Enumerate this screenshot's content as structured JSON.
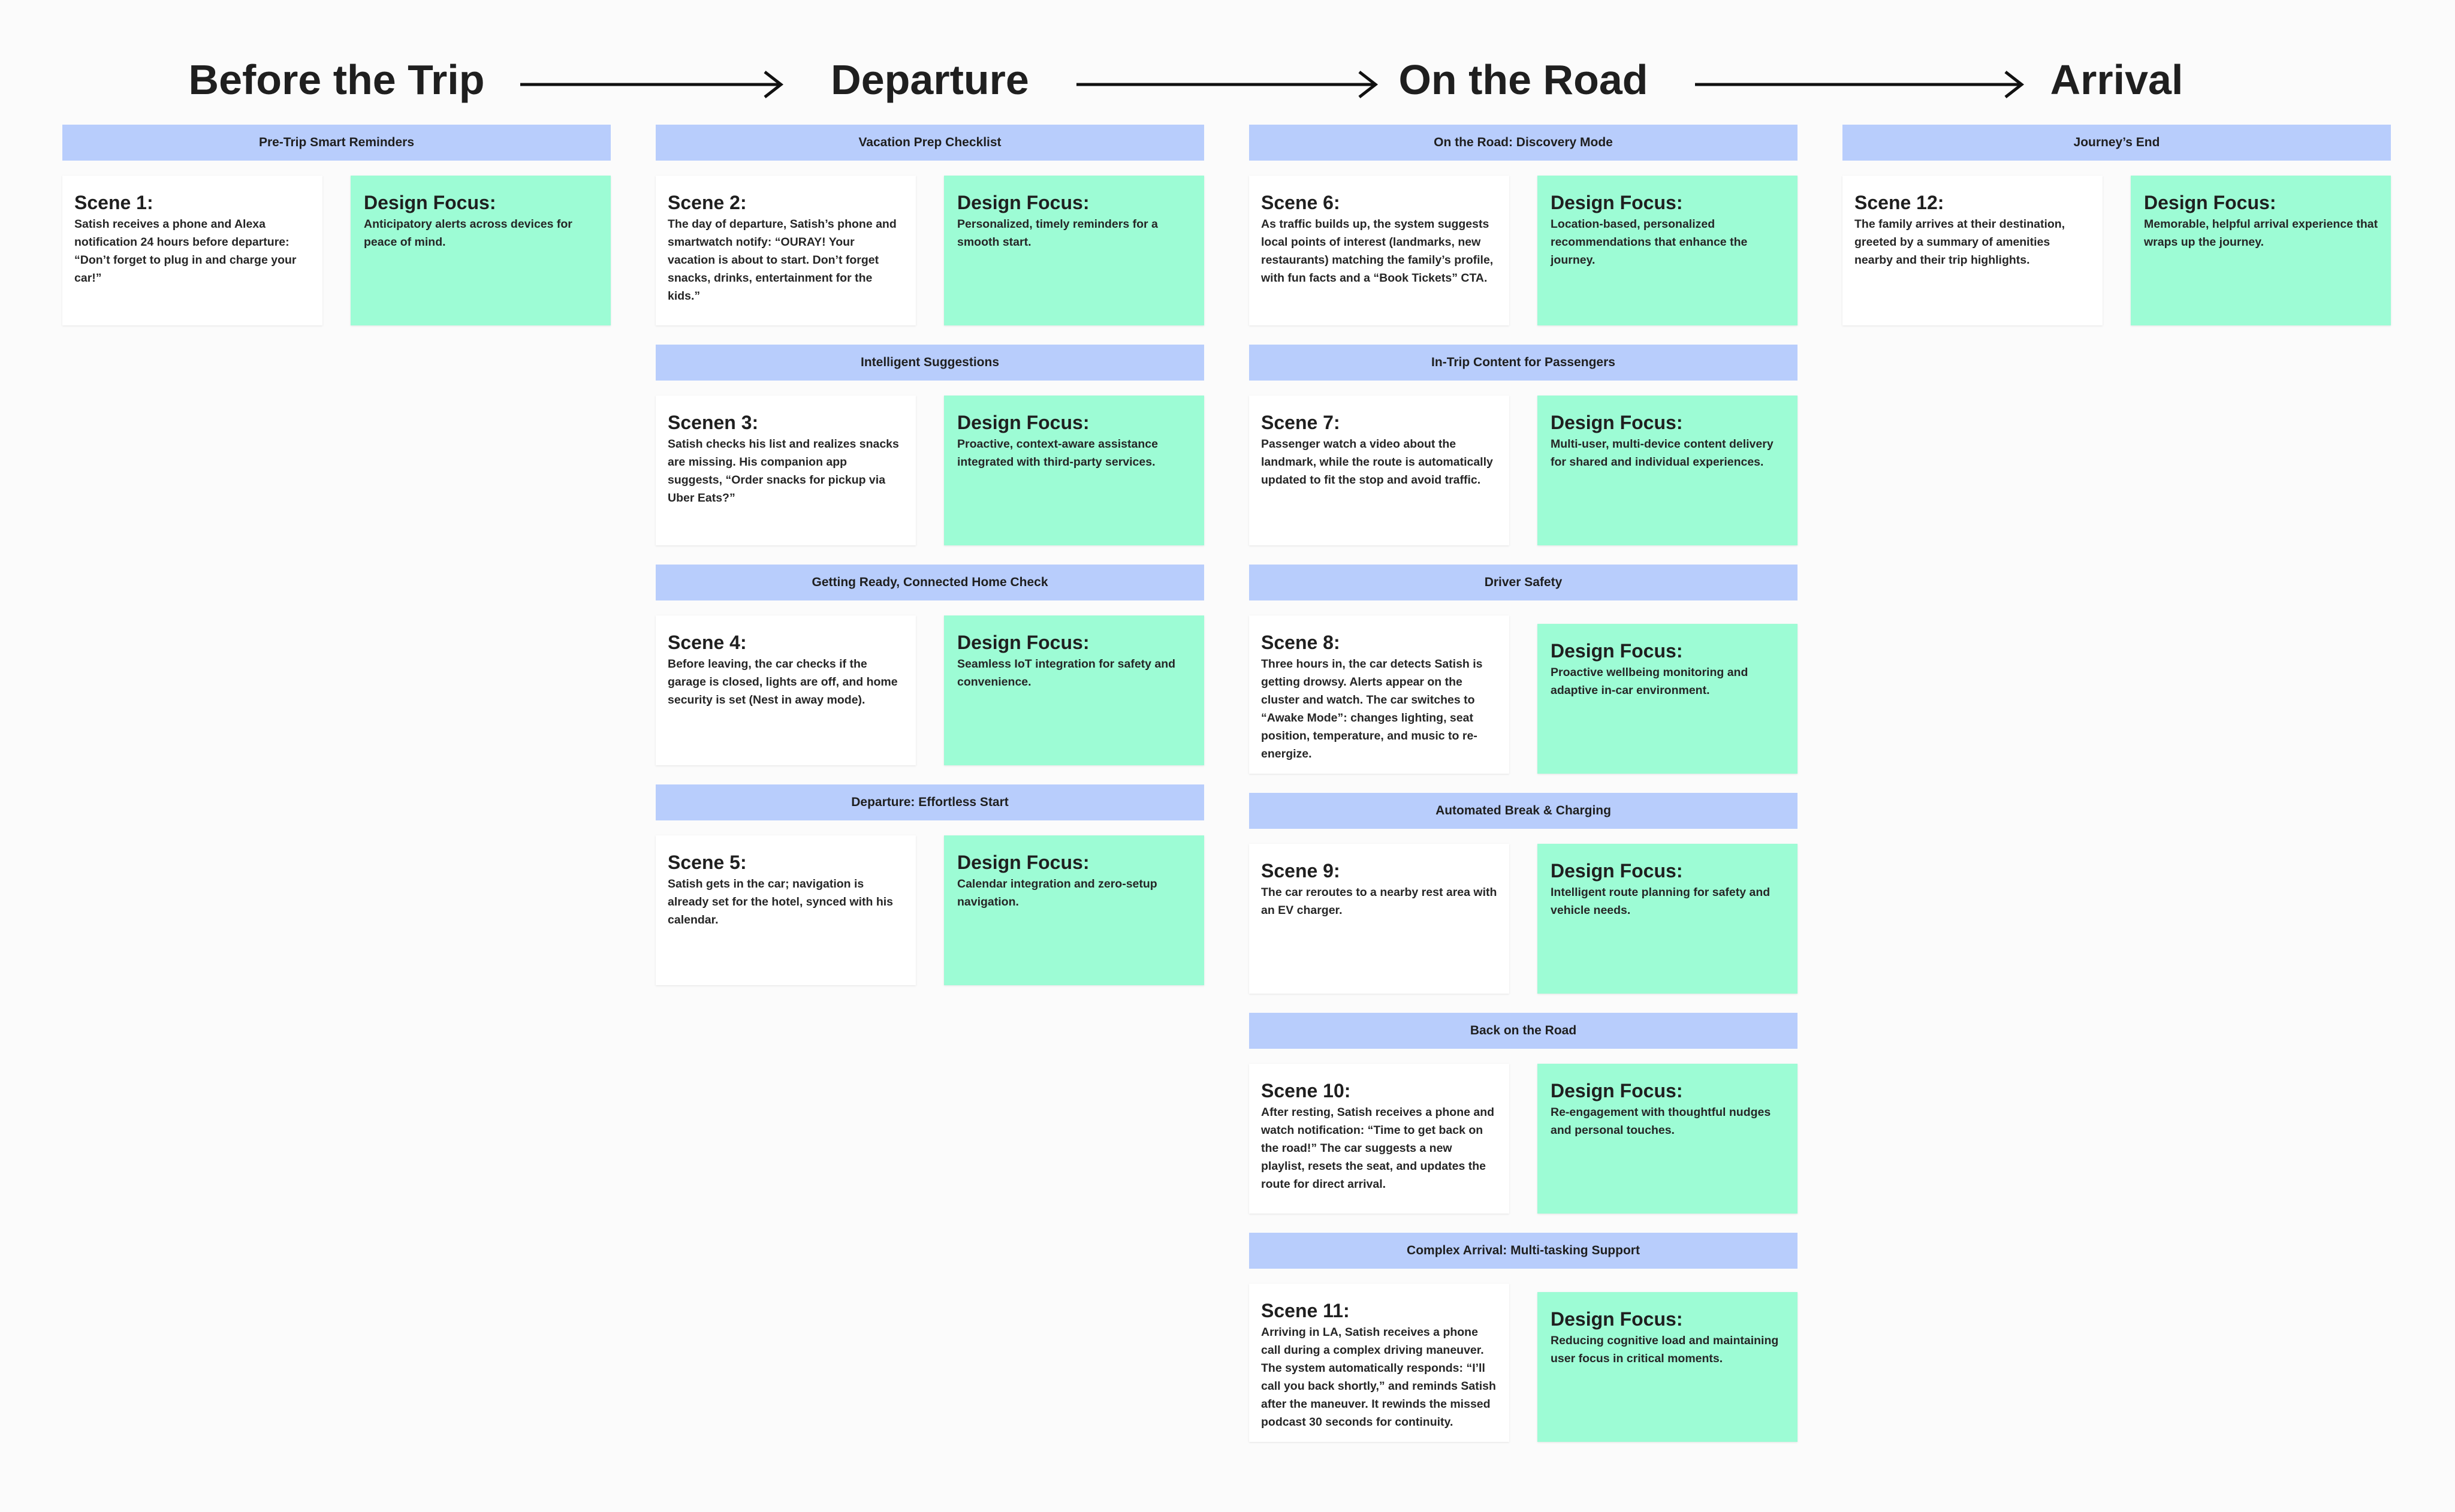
{
  "phases": [
    {
      "title": "Before the Trip"
    },
    {
      "title": "Departure"
    },
    {
      "title": "On the Road"
    },
    {
      "title": "Arrival"
    }
  ],
  "sections": [
    {
      "header": "Pre-Trip Smart Reminders",
      "scene_title": "Scene 1:",
      "scene_text": "Satish receives a phone and Alexa notification 24 hours before departure: “Don’t forget to plug in and charge your car!”",
      "focus_title": "Design Focus:",
      "focus_text": "Anticipatory alerts across devices for peace of mind."
    },
    {
      "header": "Vacation Prep Checklist",
      "scene_title": "Scene 2:",
      "scene_text": "The day of departure, Satish’s phone and smartwatch notify: “OURAY! Your vacation is about to start. Don’t forget snacks, drinks, entertainment for the kids.”",
      "focus_title": "Design Focus:",
      "focus_text": "Personalized, timely reminders for a smooth start."
    },
    {
      "header": "Intelligent Suggestions",
      "scene_title": "Scenen 3:",
      "scene_text": "Satish checks his list and realizes snacks are missing. His companion app suggests, “Order snacks for pickup via Uber Eats?”",
      "focus_title": "Design Focus:",
      "focus_text": "Proactive, context-aware assistance integrated with third-party services."
    },
    {
      "header": "Getting Ready, Connected Home Check",
      "scene_title": "Scene 4:",
      "scene_text": "Before leaving, the car checks if the garage is closed, lights are off, and home security is set (Nest in away mode).",
      "focus_title": "Design Focus:",
      "focus_text": "Seamless IoT integration for safety and convenience."
    },
    {
      "header": "Departure: Effortless Start",
      "scene_title": "Scene 5:",
      "scene_text": "Satish gets in the car; navigation is already set for the hotel, synced with his calendar.",
      "focus_title": "Design Focus:",
      "focus_text": "Calendar integration and zero-setup navigation."
    },
    {
      "header": "On the Road: Discovery Mode",
      "scene_title": "Scene 6:",
      "scene_text": "As traffic builds up, the system suggests local points of interest (landmarks, new restaurants) matching the family’s profile, with fun facts and a “Book Tickets” CTA.",
      "focus_title": "Design Focus:",
      "focus_text": "Location-based, personalized recommendations that enhance the journey."
    },
    {
      "header": "In-Trip Content for Passengers",
      "scene_title": "Scene 7:",
      "scene_text": "Passenger watch a video about the landmark, while the route is automatically updated to fit the stop and avoid traffic.",
      "focus_title": "Design Focus:",
      "focus_text": "Multi-user, multi-device content delivery for shared and individual experiences."
    },
    {
      "header": "Driver Safety",
      "scene_title": "Scene 8:",
      "scene_text": "Three hours in, the car detects Satish is getting drowsy. Alerts appear on the cluster and watch. The car switches to “Awake Mode”: changes lighting, seat position, temperature, and music to re-energize.",
      "focus_title": "Design Focus:",
      "focus_text": "Proactive wellbeing monitoring and adaptive in-car environment."
    },
    {
      "header": "Automated Break & Charging",
      "scene_title": "Scene 9:",
      "scene_text": "The car reroutes to a nearby rest area with an EV charger.",
      "focus_title": "Design Focus:",
      "focus_text": "Intelligent route planning for safety and vehicle needs."
    },
    {
      "header": "Back on the Road",
      "scene_title": "Scene 10:",
      "scene_text": "After resting, Satish receives a phone and watch notification: “Time to get back on the road!” The car suggests a new playlist, resets the seat, and updates the route for direct arrival.",
      "focus_title": "Design Focus:",
      "focus_text": "Re-engagement with thoughtful nudges and personal touches."
    },
    {
      "header": "Complex Arrival: Multi-tasking Support",
      "scene_title": "Scene 11:",
      "scene_text": "Arriving in LA, Satish receives a phone call during a complex driving maneuver. The system automatically responds: “I’ll call you back shortly,” and reminds Satish after the maneuver. It rewinds the missed podcast 30 seconds for continuity.",
      "focus_title": "Design Focus:",
      "focus_text": "Reducing cognitive load and maintaining user focus in critical moments."
    },
    {
      "header": "Journey’s End",
      "scene_title": "Scene 12:",
      "scene_text": "The family arrives at their destination, greeted by a summary of amenities nearby and their trip highlights.",
      "focus_title": "Design Focus:",
      "focus_text": "Memorable, helpful arrival experience that wraps up the journey."
    }
  ]
}
